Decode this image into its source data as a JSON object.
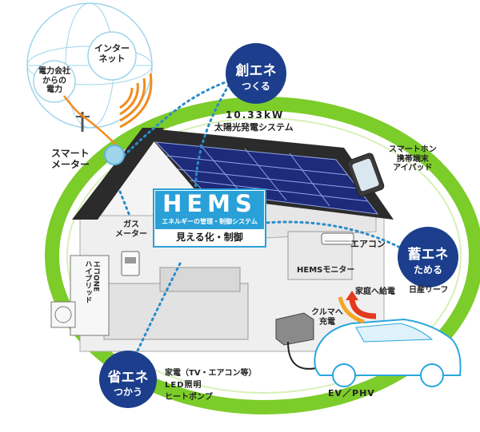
{
  "colors": {
    "ring": "#7ccc2a",
    "bubble": "#1c3e8c",
    "hems_box": "#2aa0d8",
    "dotted": "#2a8cc8",
    "panel": "#1e2a7a",
    "roof": "#2b2b2b"
  },
  "icons": [
    "globe-icon",
    "power-pole-icon",
    "wifi-wave-icon",
    "smartphone-icon",
    "ev-car-icon",
    "charger-icon",
    "air-conditioner-icon",
    "gas-meter-icon",
    "hybrid-unit-icon",
    "red-arrow-icon"
  ],
  "internet": {
    "label": "インター\nネット"
  },
  "power_company": {
    "label": "電力会社\nからの\n電力"
  },
  "smart_meter": {
    "label": "スマート\nメーター"
  },
  "create": {
    "title": "創エネ",
    "subtitle": "つくる"
  },
  "solar": {
    "capacity": "10.33kW",
    "system": "太陽光発電システム"
  },
  "smartphone": {
    "label": "スマートホン\n携帯端末\nアイパッド"
  },
  "hems": {
    "title": "HEMS",
    "subtitle": "エネルギーの管理・制御システム",
    "tagline": "見える化・制御"
  },
  "gas_meter": {
    "label": "ガス\nメーター"
  },
  "aircon": {
    "label": "エアコン"
  },
  "store": {
    "title": "蓄エネ",
    "subtitle": "ためる"
  },
  "hems_monitor": {
    "label": "HEMSモニター"
  },
  "ecoone": {
    "label": "エコONE\nハイブリッド"
  },
  "home_supply": {
    "label": "家庭へ給電"
  },
  "car_charge": {
    "label": "クルマへ\n充電"
  },
  "nissan_leaf": {
    "label": "日産リーフ"
  },
  "save": {
    "title": "省エネ",
    "subtitle": "つかう"
  },
  "appliances": {
    "line1": "家電（TV・エアコン等）",
    "line2": "LED照明",
    "line3": "ヒートポンプ"
  },
  "ev": {
    "label": "EV／PHV"
  }
}
